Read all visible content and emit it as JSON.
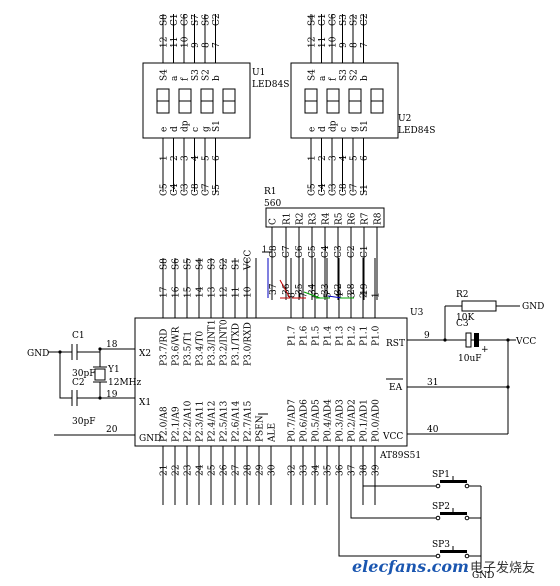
{
  "u1": {
    "ref": "U1",
    "part": "LED84S",
    "top_nums": [
      "12",
      "11",
      "10",
      "9",
      "8",
      "7"
    ],
    "top_sigs": [
      "S8",
      "C1",
      "C6",
      "S7",
      "S6",
      "C2"
    ],
    "inner_top": [
      "S4",
      "a",
      "f",
      "S3",
      "S2",
      "b"
    ],
    "inner_bot": [
      "e",
      "d",
      "dp",
      "c",
      "g",
      "S1"
    ],
    "bot_nums": [
      "1",
      "2",
      "3",
      "4",
      "5",
      "6"
    ],
    "bot_sigs": [
      "C5",
      "C4",
      "C3",
      "C8",
      "C7",
      "S5"
    ]
  },
  "u2": {
    "ref": "U2",
    "part": "LED84S",
    "top_nums": [
      "12",
      "11",
      "10",
      "9",
      "8",
      "7"
    ],
    "top_sigs": [
      "S4",
      "C1",
      "C6",
      "S3",
      "S2",
      "C2"
    ],
    "inner_top": [
      "S4",
      "a",
      "f",
      "S3",
      "S2",
      "b"
    ],
    "inner_bot": [
      "e",
      "d",
      "dp",
      "c",
      "g",
      "S1"
    ],
    "bot_nums": [
      "1",
      "2",
      "3",
      "4",
      "5",
      "6"
    ],
    "bot_sigs": [
      "C5",
      "C4",
      "C3",
      "C8",
      "C7",
      "S1"
    ]
  },
  "r1": {
    "ref": "R1",
    "value": "560",
    "pins": [
      "C",
      "R1",
      "R2",
      "R3",
      "R4",
      "R5",
      "R6",
      "R7",
      "R8"
    ],
    "pin_one": "1",
    "sigs": [
      "C8",
      "C7",
      "C6",
      "C5",
      "C4",
      "C3",
      "C2",
      "C1"
    ],
    "nums": [
      "37",
      "36",
      "35",
      "34",
      "33",
      "32",
      "28",
      "19"
    ]
  },
  "u3": {
    "ref": "U3",
    "part": "AT89S51",
    "p3_names": [
      "P3.7/RD",
      "P3.6/WR",
      "P3.5/T1",
      "P3.4/T0",
      "P3.3/INT1",
      "P3.2/INT0",
      "P3.1/TXD",
      "P3.0/RXD"
    ],
    "p3_nums": [
      "17",
      "16",
      "15",
      "14",
      "13",
      "12",
      "11",
      "10"
    ],
    "p3_sigs": [
      "S8",
      "S6",
      "S5",
      "S4",
      "S3",
      "S2",
      "S1",
      "VCC"
    ],
    "p1_names": [
      "P1.7",
      "P1.6",
      "P1.5",
      "P1.4",
      "P1.3",
      "P1.2",
      "P1.1",
      "P1.0"
    ],
    "p1_nums": [
      "8",
      "7",
      "6",
      "5",
      "4",
      "3",
      "2",
      "1"
    ],
    "p2_names": [
      "P2.0/A8",
      "P2.1/A9",
      "P2.2/A10",
      "P2.3/A11",
      "P2.4/A12",
      "P2.5/A13",
      "P2.6/A14",
      "P2.7/A15"
    ],
    "p2_nums": [
      "21",
      "22",
      "23",
      "24",
      "25",
      "26",
      "27",
      "28"
    ],
    "ctl_names": [
      "PSEN",
      "ALE"
    ],
    "ctl_nums": [
      "29",
      "30"
    ],
    "p0_names": [
      "P0.7/AD7",
      "P0.6/AD6",
      "P0.5/AD5",
      "P0.4/AD4",
      "P0.3/AD3",
      "P0.2/AD2",
      "P0.1/AD1",
      "P0.0/AD0"
    ],
    "p0_nums": [
      "32",
      "33",
      "34",
      "35",
      "36",
      "37",
      "38",
      "39"
    ],
    "x2": "X2",
    "x1": "X1",
    "gnd": "GND",
    "pin18": "18",
    "pin19": "19",
    "pin20": "20",
    "rst": "RST",
    "ea": "EA",
    "vcc": "VCC",
    "pin9": "9",
    "pin31": "31",
    "pin40": "40"
  },
  "parts": {
    "c1": "C1",
    "c1_val": "30pF",
    "c2": "C2",
    "c2_val": "30pF",
    "y1": "Y1",
    "y1_val": "12MHz",
    "r2": "R2",
    "r2_val": "10K",
    "c3": "C3",
    "c3_val": "10uF",
    "c3_plus": "+",
    "sp1": "SP1",
    "sp2": "SP2",
    "sp3": "SP3"
  },
  "nets": {
    "gnd": "GND",
    "vcc": "VCC"
  },
  "watermark": {
    "site": "elecfans.com",
    "cn": "电子发烧友"
  }
}
